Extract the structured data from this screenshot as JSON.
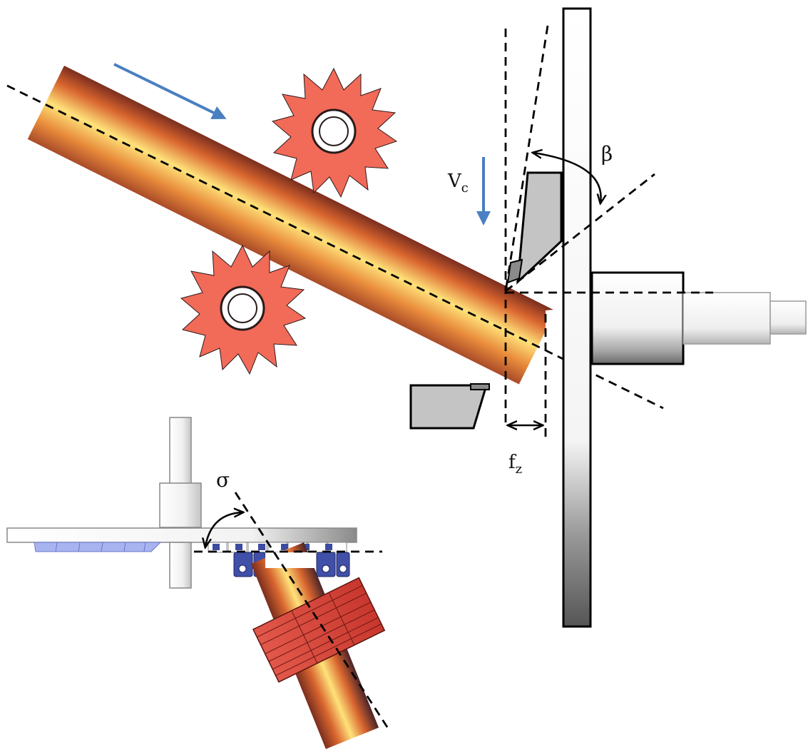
{
  "labels": {
    "vc_main": "V",
    "vc_sub": "c",
    "beta": "β",
    "fz_main": "f",
    "fz_sub": "z",
    "sigma": "σ"
  },
  "colors": {
    "workpiece_dark": "#3a2430",
    "workpiece_mid": "#c8502a",
    "workpiece_light": "#ffe070",
    "cutter_red": "#f26a58",
    "feed_arrow_blue": "#4a7fc1",
    "tool_insert_gray": "#c4c4c4",
    "insert_blue": "#3c4aa0",
    "dashed_line": "#000000"
  },
  "icons": {
    "feed_direction": "arrow-right-down-icon",
    "cutting_velocity": "arrow-down-icon",
    "angle_beta": "curved-double-arrow-icon",
    "feed_per_tooth": "double-arrow-horizontal-icon",
    "angle_sigma": "curved-double-arrow-icon"
  }
}
